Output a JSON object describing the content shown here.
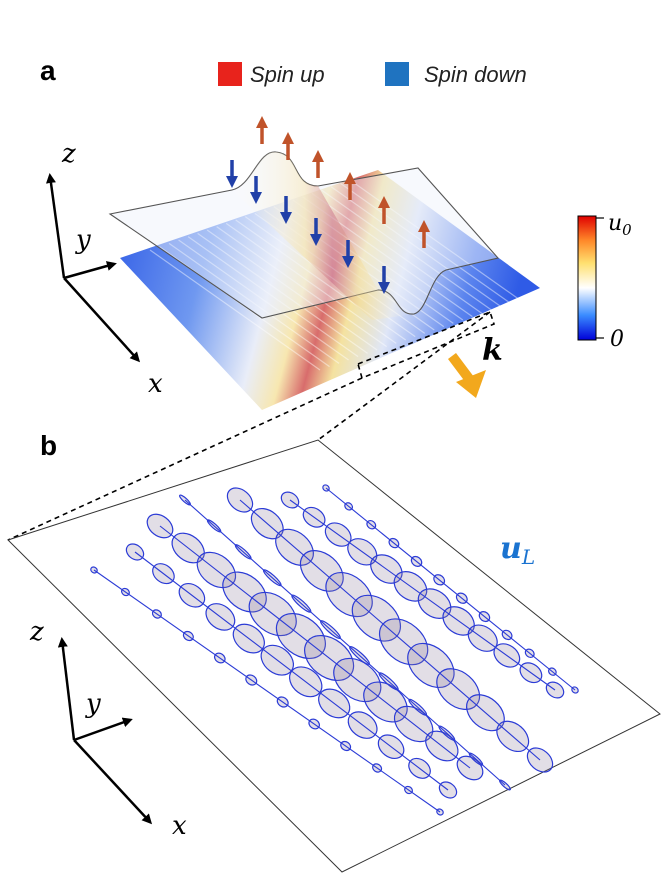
{
  "panels": {
    "a": "a",
    "b": "b"
  },
  "legend": {
    "spin_up": {
      "label": "Spin up",
      "color": "#e8231c"
    },
    "spin_down": {
      "label": "Spin down",
      "color": "#1f73c0"
    }
  },
  "axes_a": {
    "z": "z",
    "y": "y",
    "x": "x"
  },
  "axes_b": {
    "z": "z",
    "y": "y",
    "x": "x"
  },
  "colorbar": {
    "max_label": "u",
    "max_sub": "0",
    "min_label": "0"
  },
  "wave_vector": {
    "label": "k",
    "color": "#f2a81d"
  },
  "field_label": {
    "main": "u",
    "sub": "L",
    "color": "#1a73d0"
  },
  "colors": {
    "sheet_blue": "#2f5be6",
    "ellipse": "#2b3bd6",
    "hatch": "#8a7a9a"
  }
}
